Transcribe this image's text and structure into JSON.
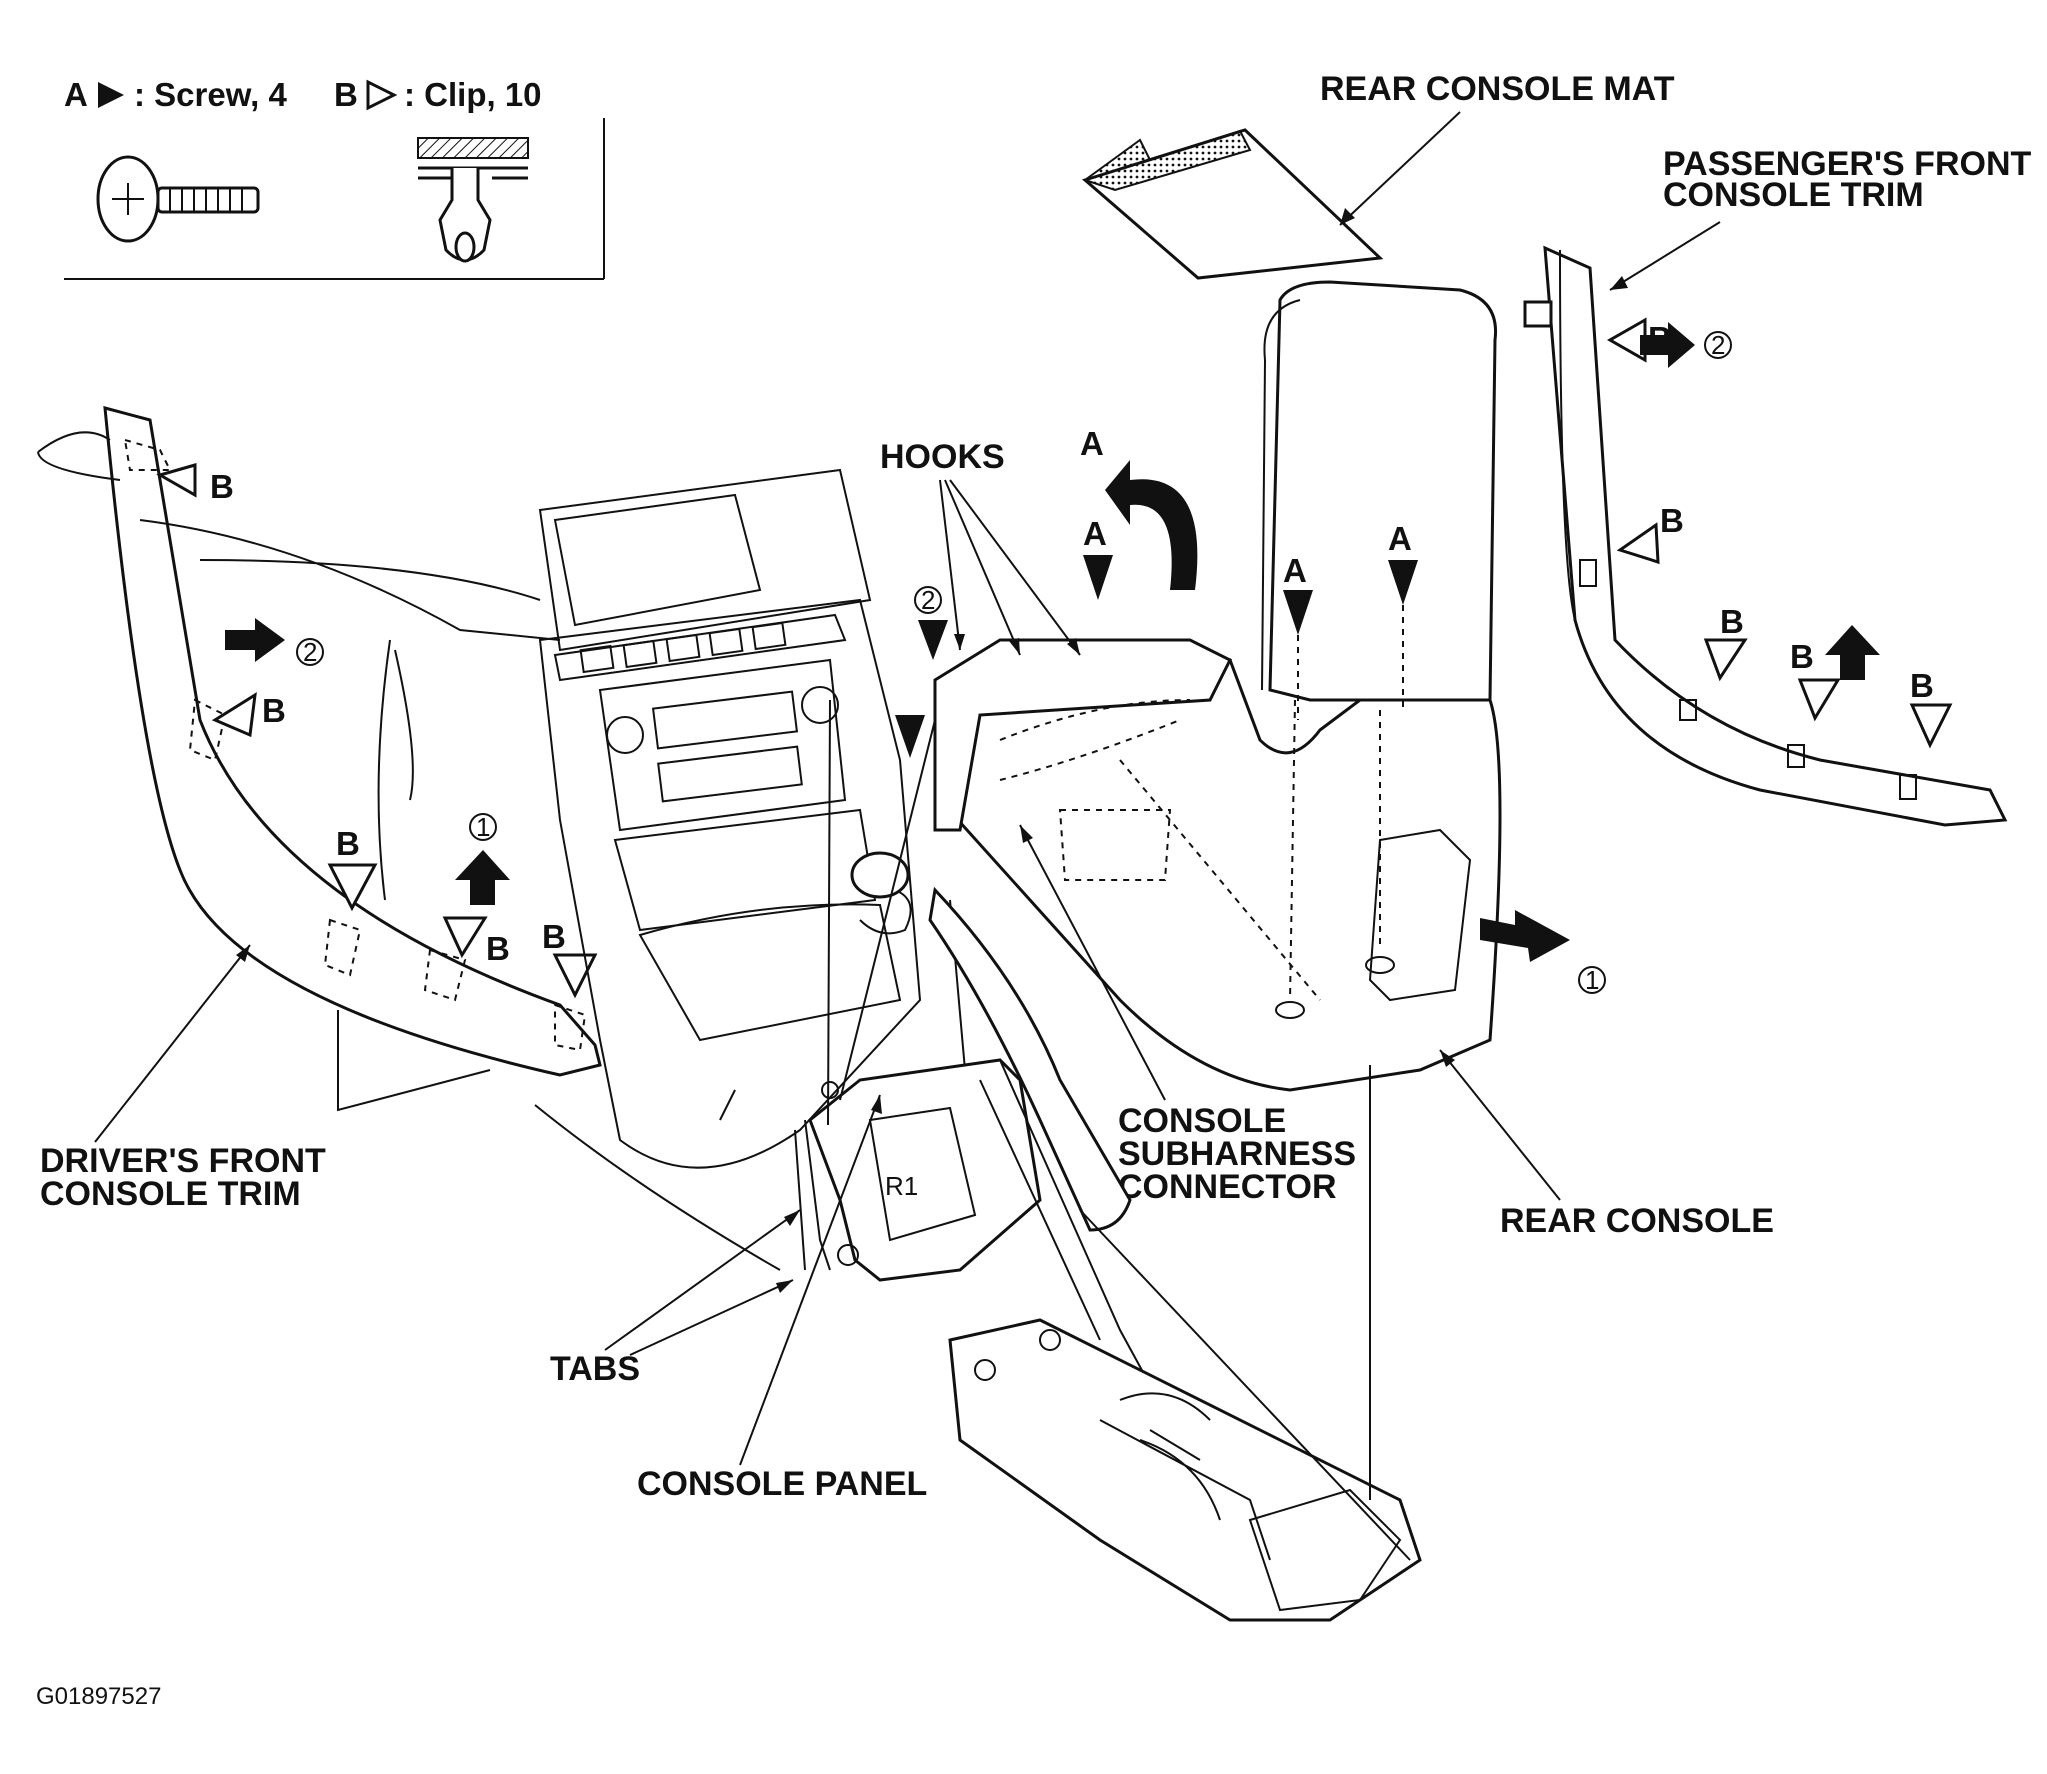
{
  "legend": {
    "screw_letter": "A",
    "screw_text": ": Screw, 4",
    "clip_letter": "B",
    "clip_text": ": Clip, 10"
  },
  "labels": {
    "rear_console_mat": "REAR CONSOLE MAT",
    "passenger_trim_line1": "PASSENGER'S FRONT",
    "passenger_trim_line2": "CONSOLE TRIM",
    "hooks": "HOOKS",
    "driver_trim_line1": "DRIVER'S FRONT",
    "driver_trim_line2": "CONSOLE TRIM",
    "subharness_line1": "CONSOLE",
    "subharness_line2": "SUBHARNESS",
    "subharness_line3": "CONNECTOR",
    "rear_console": "REAR CONSOLE",
    "tabs": "TABS",
    "console_panel": "CONSOLE PANEL",
    "figure_id": "G01897527"
  },
  "markers": {
    "screw": "A",
    "clip": "B",
    "step1": "1",
    "step2": "2"
  },
  "icons": [
    "screw-icon",
    "clip-icon",
    "screw-marker-icon",
    "clip-marker-icon",
    "direction-arrow-icon"
  ]
}
